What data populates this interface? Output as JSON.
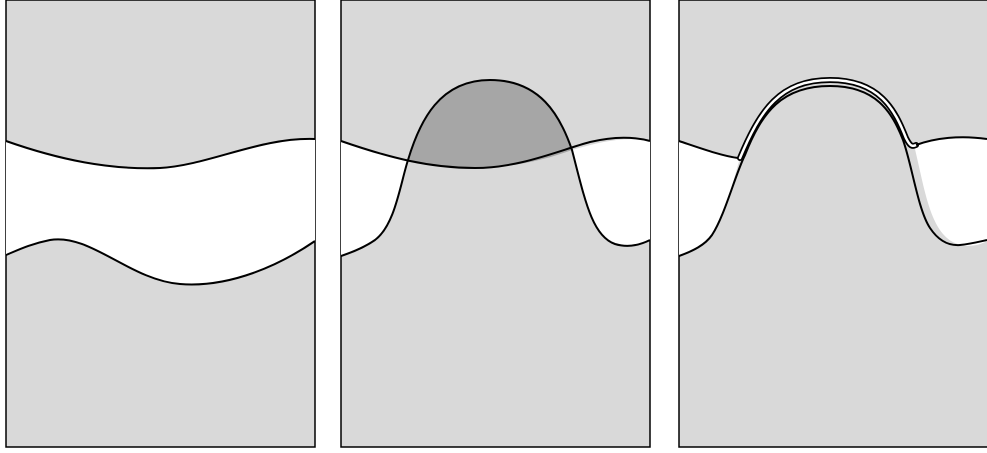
{
  "figure": {
    "panels": [
      {
        "id": "panel-1",
        "description_free": true,
        "elements": [
          "upper-boundary-curve",
          "lower-boundary-curve",
          "channel-region"
        ]
      },
      {
        "id": "panel-2",
        "elements": [
          "upper-boundary-curve",
          "lower-boundary-curve",
          "overlap-region"
        ]
      },
      {
        "id": "panel-3",
        "elements": [
          "merged-boundary-curve",
          "thin-gap-band"
        ]
      }
    ],
    "colors": {
      "background_fill": "#d9d9d9",
      "channel_fill": "#ffffff",
      "overlap_fill": "#a6a6a6",
      "stroke": "#000000"
    }
  }
}
